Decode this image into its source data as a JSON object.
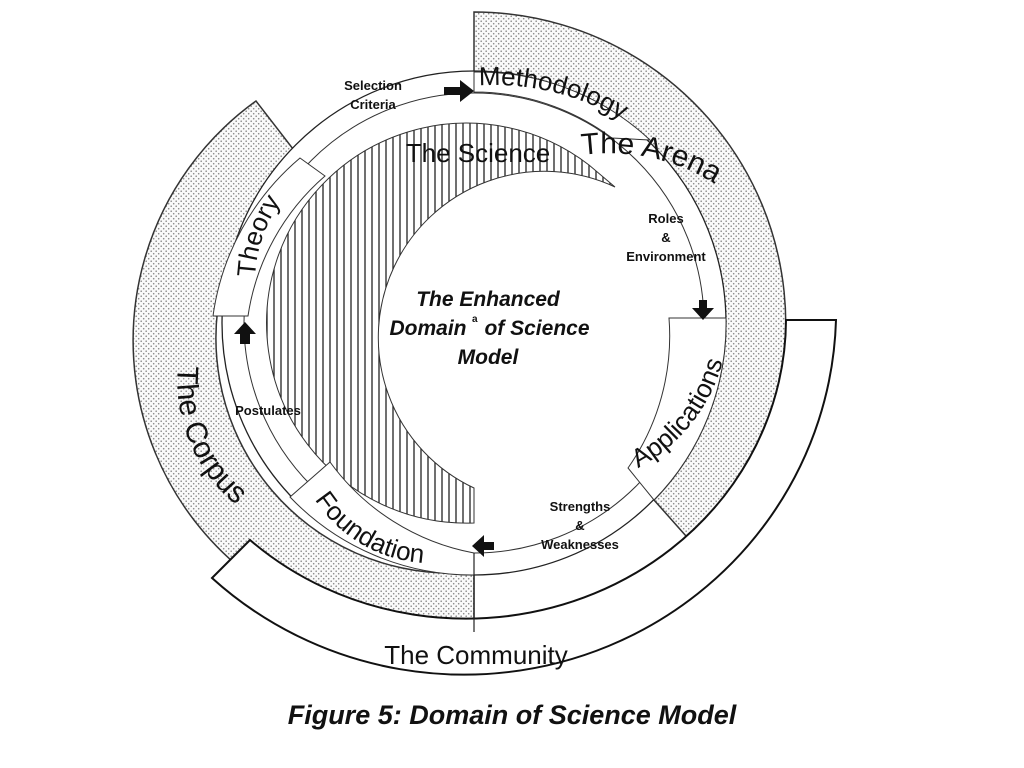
{
  "diagram": {
    "center_line1": "The Enhanced",
    "center_line2": "Domain",
    "center_sup": "a",
    "center_line2b": "of Science",
    "center_line3": "Model",
    "science": "The Science",
    "methodology": "Methodology",
    "applications": "Applications",
    "foundation": "Foundation",
    "theory": "Theory",
    "arena": "The Arena",
    "corpus": "The Corpus",
    "community": "The Community",
    "selection_criteria_1": "Selection",
    "selection_criteria_2": "Criteria",
    "roles_1": "Roles",
    "roles_2": "&",
    "roles_3": "Environment",
    "strengths_1": "Strengths",
    "strengths_2": "&",
    "strengths_3": "Weaknesses",
    "postulates": "Postulates"
  },
  "caption": "Figure 5: Domain of Science Model"
}
